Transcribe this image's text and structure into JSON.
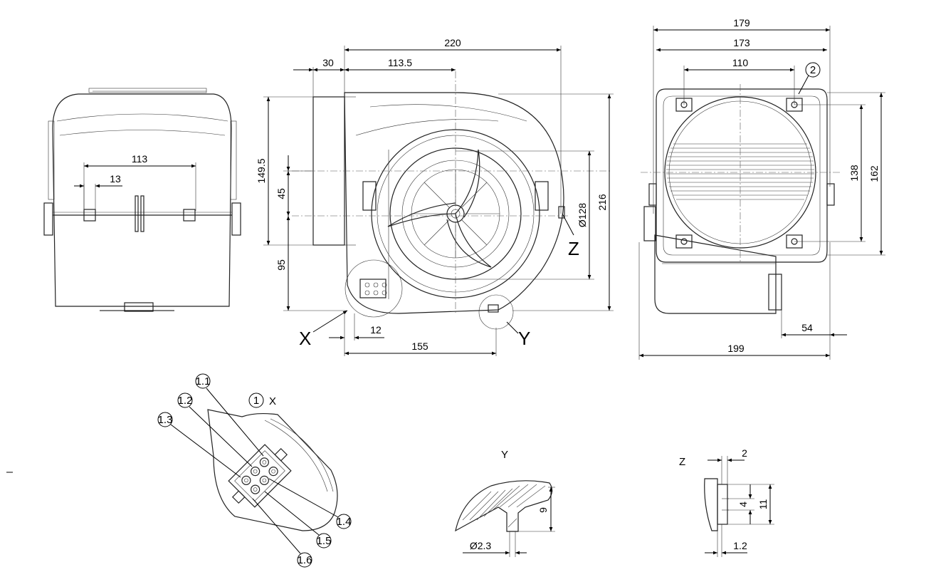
{
  "dimensions": {
    "left_view": {
      "width_113": "113",
      "tab_13": "13"
    },
    "front_view": {
      "overall_220": "220",
      "inlet_30": "30",
      "offset_113_5": "113.5",
      "height_149_5": "149.5",
      "inlet_45": "45",
      "bottom_95": "95",
      "dia_128": "Ø128",
      "height_216": "216",
      "offset_12": "12",
      "offset_155": "155"
    },
    "right_view": {
      "width_179": "179",
      "width_173": "173",
      "holes_110": "110",
      "holes_138": "138",
      "height_162": "162",
      "depth_54": "54",
      "depth_199": "199"
    },
    "detail_y": {
      "dim_9": "9",
      "dia_2_3": "Ø2.3"
    },
    "detail_z": {
      "dim_2": "2",
      "dim_4": "4",
      "dim_11": "11",
      "dim_1_2": "1.2"
    }
  },
  "view_letters": {
    "x": "X",
    "y": "Y",
    "z": "Z"
  },
  "callouts": {
    "c2": "2",
    "c1": "1",
    "c1_1": "1.1",
    "c1_2": "1.2",
    "c1_3": "1.3",
    "c1_4": "1.4",
    "c1_5": "1.5",
    "c1_6": "1.6"
  },
  "detail_titles": {
    "x": "X",
    "y": "Y",
    "z": "Z"
  }
}
